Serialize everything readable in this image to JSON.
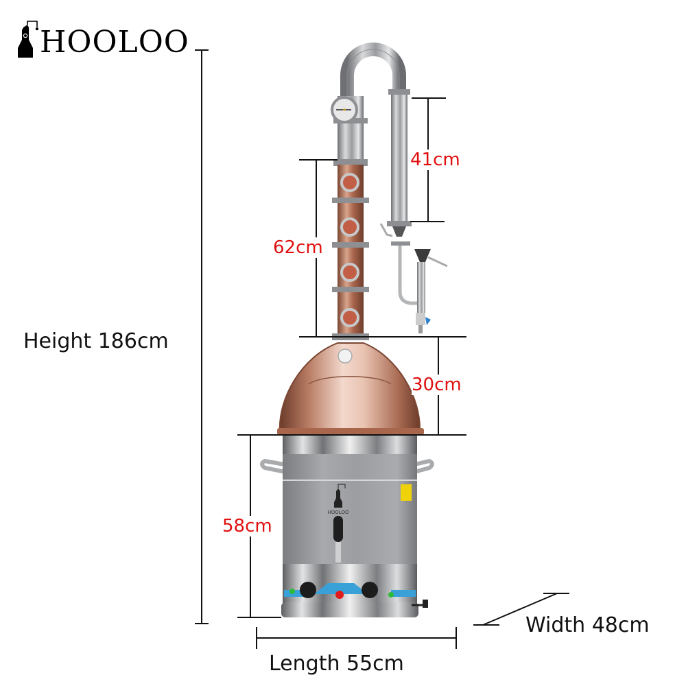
{
  "brand": {
    "name": "HOOLOO",
    "logo_icon": "still-icon"
  },
  "dimensions": {
    "height": "Height 186cm",
    "length": "Length 55cm",
    "width": "Width 48cm",
    "condenser": "41cm",
    "column": "62cm",
    "dome": "30cm",
    "pot": "58cm"
  },
  "product": {
    "kettle_brand": "HOOLOO",
    "colors": {
      "copper": "#b87a5e",
      "steel": "#a9abad",
      "label_red": "#e01010",
      "control_panel_blue": "#3aa0d8"
    }
  }
}
